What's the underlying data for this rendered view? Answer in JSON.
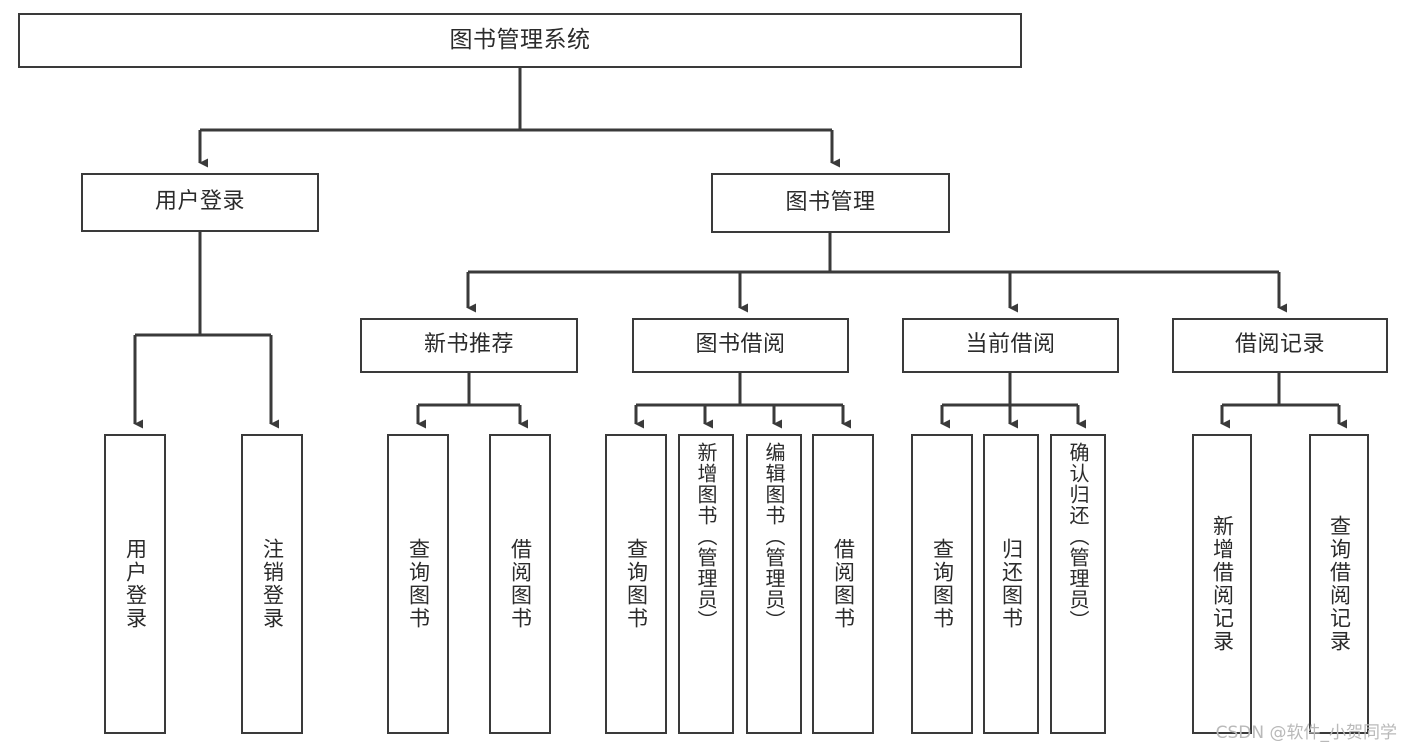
{
  "diagram": {
    "type": "tree",
    "title": "图书管理系统",
    "orientation": "top-down",
    "colors": {
      "box_border": "#3a3a3a",
      "box_fill": "#ffffff",
      "edge": "#3a3a3a",
      "text": "#2b2b2b",
      "watermark": "#b9b9b9",
      "background": "#ffffff"
    }
  },
  "nodes": {
    "root": {
      "label": "图书管理系统"
    },
    "level1": [
      {
        "id": "user-login",
        "label": "用户登录"
      },
      {
        "id": "book-manage",
        "label": "图书管理"
      }
    ],
    "level2": [
      {
        "id": "new-book-rec",
        "label": "新书推荐",
        "parent": "book-manage"
      },
      {
        "id": "book-borrow",
        "label": "图书借阅",
        "parent": "book-manage"
      },
      {
        "id": "current-borrow",
        "label": "当前借阅",
        "parent": "book-manage"
      },
      {
        "id": "borrow-record",
        "label": "借阅记录",
        "parent": "book-manage"
      }
    ],
    "leaves": [
      {
        "id": "leaf-user-login",
        "label": "用户登录",
        "parent": "user-login"
      },
      {
        "id": "leaf-user-logout",
        "label": "注销登录",
        "parent": "user-login"
      },
      {
        "id": "leaf-query-book-1",
        "label": "查询图书",
        "parent": "new-book-rec"
      },
      {
        "id": "leaf-borrow-book-1",
        "label": "借阅图书",
        "parent": "new-book-rec"
      },
      {
        "id": "leaf-query-book-2",
        "label": "查询图书",
        "parent": "book-borrow"
      },
      {
        "id": "leaf-add-book",
        "label": "新增图书（管理员）",
        "parent": "book-borrow"
      },
      {
        "id": "leaf-edit-book",
        "label": "编辑图书（管理员）",
        "parent": "book-borrow"
      },
      {
        "id": "leaf-borrow-book-2",
        "label": "借阅图书",
        "parent": "book-borrow"
      },
      {
        "id": "leaf-query-book-3",
        "label": "查询图书",
        "parent": "current-borrow"
      },
      {
        "id": "leaf-return-book",
        "label": "归还图书",
        "parent": "current-borrow"
      },
      {
        "id": "leaf-confirm-return",
        "label": "确认归还（管理员）",
        "parent": "current-borrow"
      },
      {
        "id": "leaf-add-record",
        "label": "新增借阅记录",
        "parent": "borrow-record"
      },
      {
        "id": "leaf-query-record",
        "label": "查询借阅记录",
        "parent": "borrow-record"
      }
    ]
  },
  "watermark": {
    "text": "CSDN @软件_小贺同学"
  }
}
